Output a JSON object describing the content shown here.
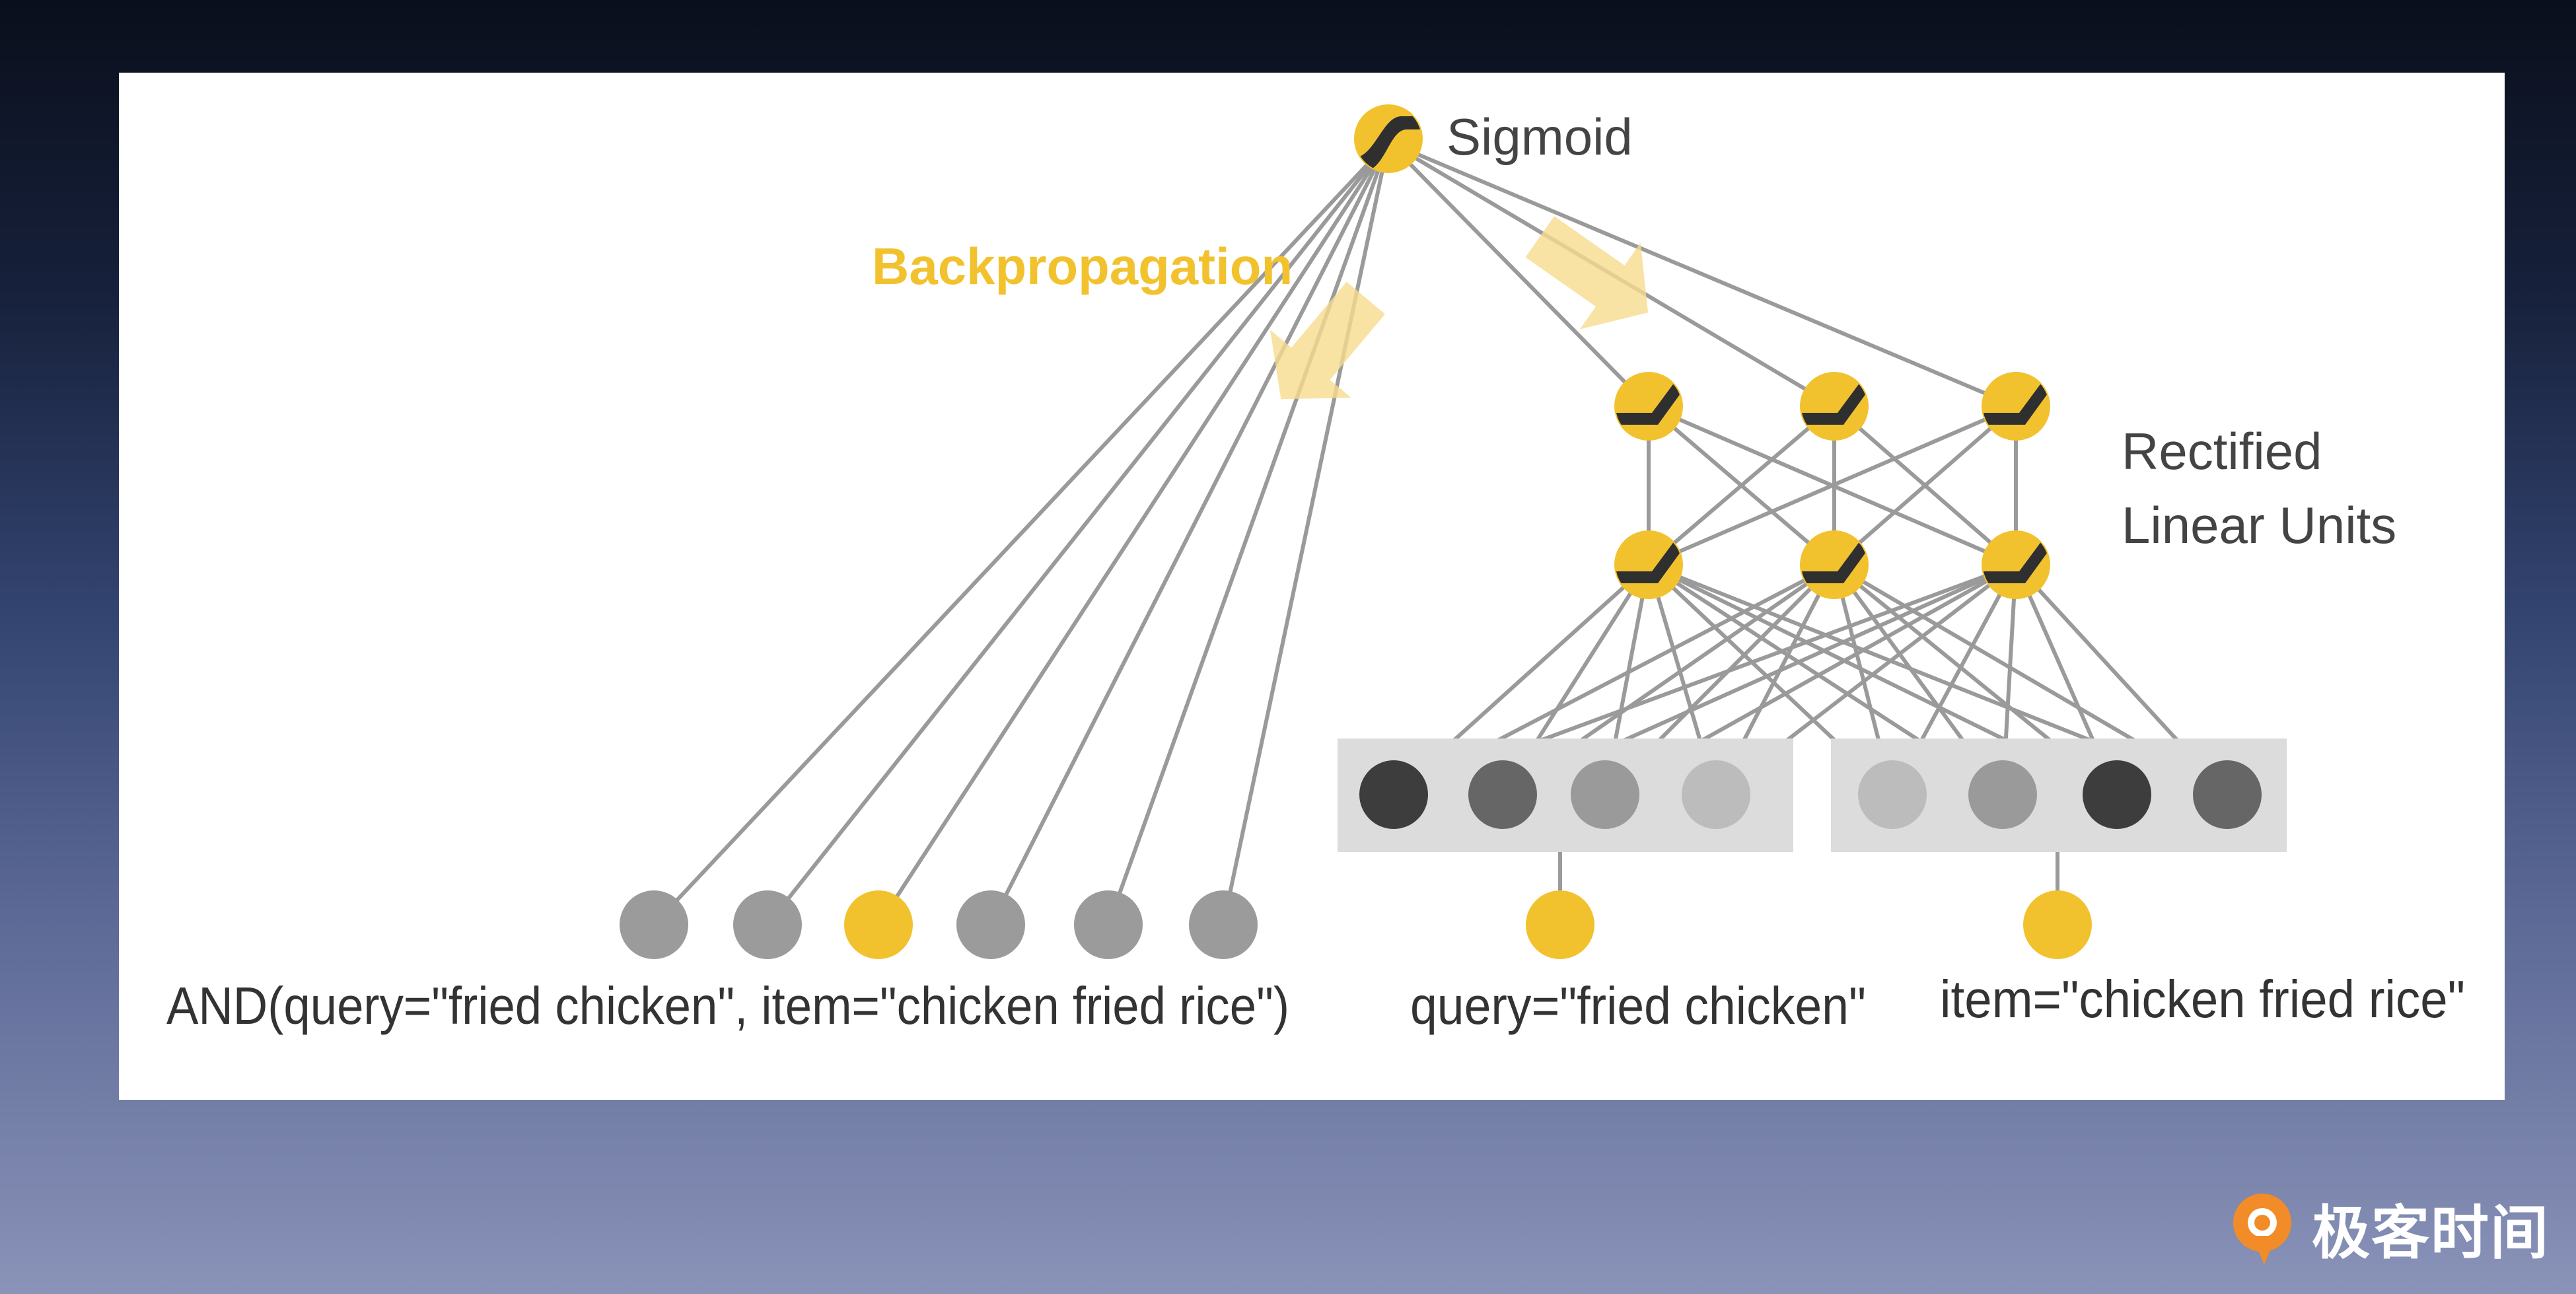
{
  "labels": {
    "sigmoid": "Sigmoid",
    "backpropagation": "Backpropagation",
    "relu_line1": "Rectified",
    "relu_line2": "Linear Units",
    "wide_input": "AND(query=\"fried chicken\", item=\"chicken fried rice\")",
    "query_input": "query=\"fried chicken\"",
    "item_input": "item=\"chicken fried rice\""
  },
  "wide_features": [
    "inactive",
    "inactive",
    "active",
    "inactive",
    "inactive",
    "inactive"
  ],
  "query_embedding_shades": [
    "#3d3d3d",
    "#666666",
    "#9a9a9a",
    "#bcbcbc"
  ],
  "item_embedding_shades": [
    "#bcbcbc",
    "#9a9a9a",
    "#3d3d3d",
    "#666666"
  ],
  "colors": {
    "accent_yellow": "#f2c22e",
    "feature_gray": "#9b9b9b",
    "edge_gray": "#9a9a9a",
    "arrow_yellow": "#f6dc8e",
    "embedding_box": "#dcdcdc"
  },
  "icons": {
    "output_unit": "sigmoid-icon",
    "hidden_unit": "relu-icon",
    "brand": "geektime-logo"
  },
  "brand": {
    "name": "极客时间"
  }
}
